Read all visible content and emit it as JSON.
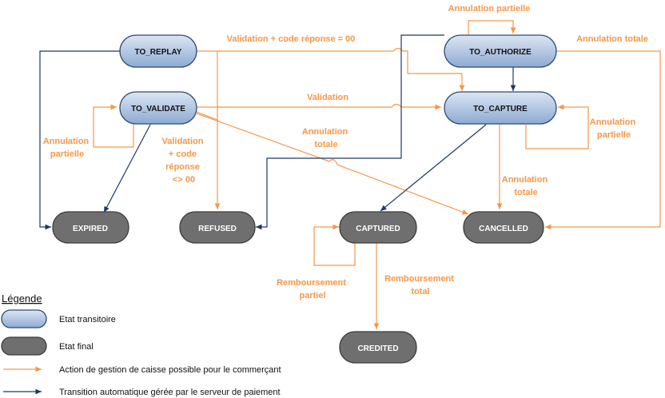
{
  "states": {
    "to_replay": "TO_REPLAY",
    "to_authorize": "TO_AUTHORIZE",
    "to_validate": "TO_VALIDATE",
    "to_capture": "TO_CAPTURE",
    "expired": "EXPIRED",
    "refused": "REFUSED",
    "captured": "CAPTURED",
    "cancelled": "CANCELLED",
    "credited": "CREDITED"
  },
  "edges": {
    "validation_code_00": "Validation + code réponse = 00",
    "annulation_partielle_top": "Annulation partielle",
    "annulation_totale_right": "Annulation totale",
    "validation": "Validation",
    "annulation_partielle_left": [
      "Annulation",
      "partielle"
    ],
    "validation_code_not_00": [
      "Validation",
      "+ code",
      "réponse",
      "<> 00"
    ],
    "annulation_totale_mid": [
      "Annulation",
      "totale"
    ],
    "annulation_partielle_right": [
      "Annulation",
      "partielle"
    ],
    "annulation_totale_lower": [
      "Annulation",
      "totale"
    ],
    "remboursement_partiel": [
      "Remboursement",
      "partiel"
    ],
    "remboursement_total": [
      "Remboursement",
      "total"
    ]
  },
  "legend": {
    "title": "Légende",
    "transitional": "Etat transitoire",
    "final": "Etat final",
    "merchant_action": "Action de gestion de caisse possible pour le commerçant",
    "auto_transition": "Transition automatique gérée par le serveur de paiement"
  },
  "colors": {
    "orange": "#f79646",
    "navy": "#1f3864",
    "state_blue_top": "#dbe6f4",
    "state_blue_bottom": "#8eaad2",
    "state_grey": "#6f6f6f"
  }
}
